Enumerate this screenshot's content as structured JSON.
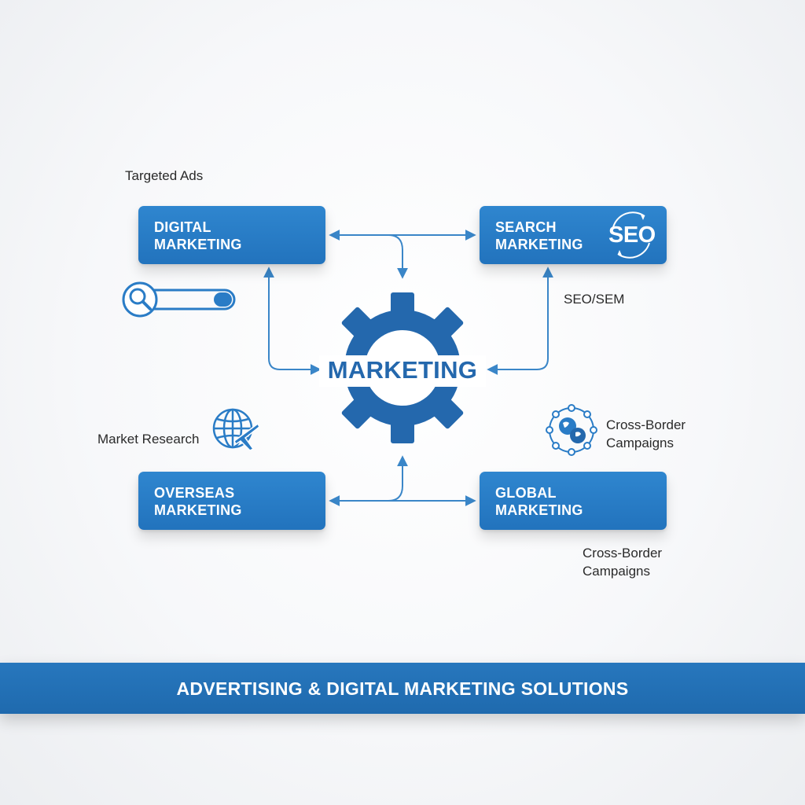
{
  "labels": {
    "targeted_ads": "Targeted Ads",
    "seo_sem": "SEO/SEM",
    "market_research": "Market Research",
    "cross_border_1_line1": "Cross-Border",
    "cross_border_1_line2": "Campaigns",
    "cross_border_2_line1": "Cross-Border",
    "cross_border_2_line2": "Campaigns"
  },
  "boxes": {
    "digital": {
      "line1": "DIGITAL",
      "line2": "MARKETING"
    },
    "search": {
      "line1": "SEARCH",
      "line2": "MARKETING",
      "badge": "SEO"
    },
    "overseas": {
      "line1": "OVERSEAS",
      "line2": "MARKETING"
    },
    "global": {
      "line1": "GLOBAL",
      "line2": "MARKETING"
    }
  },
  "center": {
    "title": "MARKETING"
  },
  "banner": {
    "title": "ADVERTISING & DIGITAL MARKETING SOLUTIONS"
  },
  "colors": {
    "primary_blue": "#2a7cc6",
    "gear_blue": "#2468ad",
    "arrow_blue": "#3a86c8",
    "text_dark": "#2a2a2a"
  },
  "icons": {
    "search_bar": "magnifier-search-bar-icon",
    "globe_plane": "globe-airplane-icon",
    "network_globe": "network-globe-icon",
    "seo_badge": "seo-circular-arrows-icon"
  }
}
